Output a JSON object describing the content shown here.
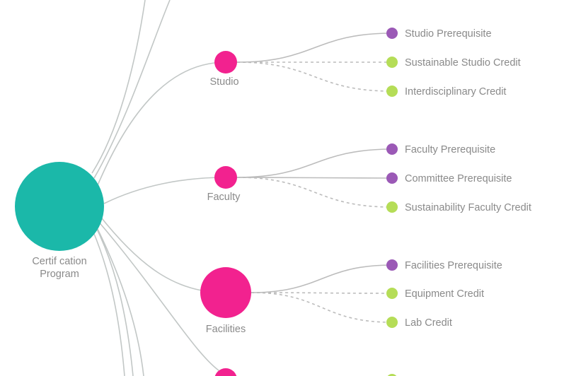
{
  "colors": {
    "root": "#1bb8a9",
    "category": "#f2228f",
    "prerequisite": "#9b59b6",
    "credit": "#b5dd57",
    "link": "#bcbcbc",
    "label": "#8a8a8a"
  },
  "root": {
    "label_line1": "Certif cation",
    "label_line2": "Program"
  },
  "categories": [
    {
      "label": "Studio",
      "children": [
        {
          "label": "Studio Prerequisite",
          "kind": "prerequisite"
        },
        {
          "label": "Sustainable Studio Credit",
          "kind": "credit"
        },
        {
          "label": "Interdisciplinary Credit",
          "kind": "credit"
        }
      ]
    },
    {
      "label": "Faculty",
      "children": [
        {
          "label": "Faculty Prerequisite",
          "kind": "prerequisite"
        },
        {
          "label": "Committee Prerequisite",
          "kind": "prerequisite"
        },
        {
          "label": "Sustainability Faculty Credit",
          "kind": "credit"
        }
      ]
    },
    {
      "label": "Facilities",
      "children": [
        {
          "label": "Facilities Prerequisite",
          "kind": "prerequisite"
        },
        {
          "label": "Equipment Credit",
          "kind": "credit"
        },
        {
          "label": "Lab Credit",
          "kind": "credit"
        }
      ]
    }
  ]
}
